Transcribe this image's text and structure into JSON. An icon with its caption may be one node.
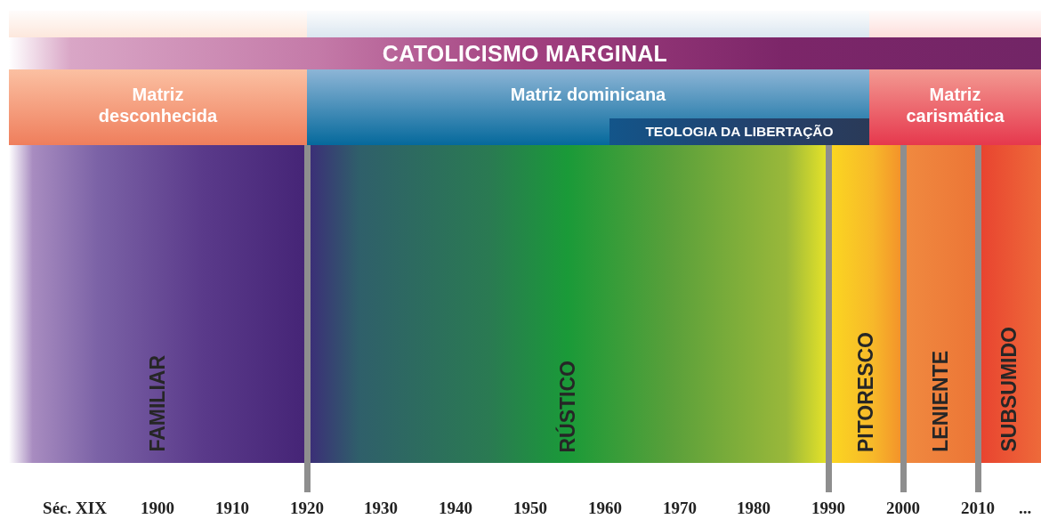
{
  "diagram": {
    "nodes": [
      {
        "text": [
          "CATOLICISMO MARGINAL"
        ]
      },
      {
        "text": [
          "Matriz desconhecida"
        ]
      },
      {
        "text": [
          "Matriz dominicana"
        ]
      },
      {
        "text": [
          "TEOLOGIA DA LIBERTAÇÃO"
        ],
        "in": 2
      },
      {
        "text": [
          "Matriz carismática"
        ]
      },
      {
        "text": [
          "FAMILIAR"
        ]
      },
      {
        "text": [
          "RÚSTICO"
        ]
      },
      {
        "text": [
          "PITORESCO"
        ]
      },
      {
        "text": [
          "LENIENTE"
        ]
      },
      {
        "text": [
          "SUBSUMIDO"
        ]
      }
    ],
    "edges": [],
    "labels": [
      "Séc. XIX",
      "1900",
      "1910",
      "1920",
      "1930",
      "1940",
      "1950",
      "1960",
      "1970",
      "1980",
      "1990",
      "2000",
      "2010",
      "..."
    ]
  }
}
